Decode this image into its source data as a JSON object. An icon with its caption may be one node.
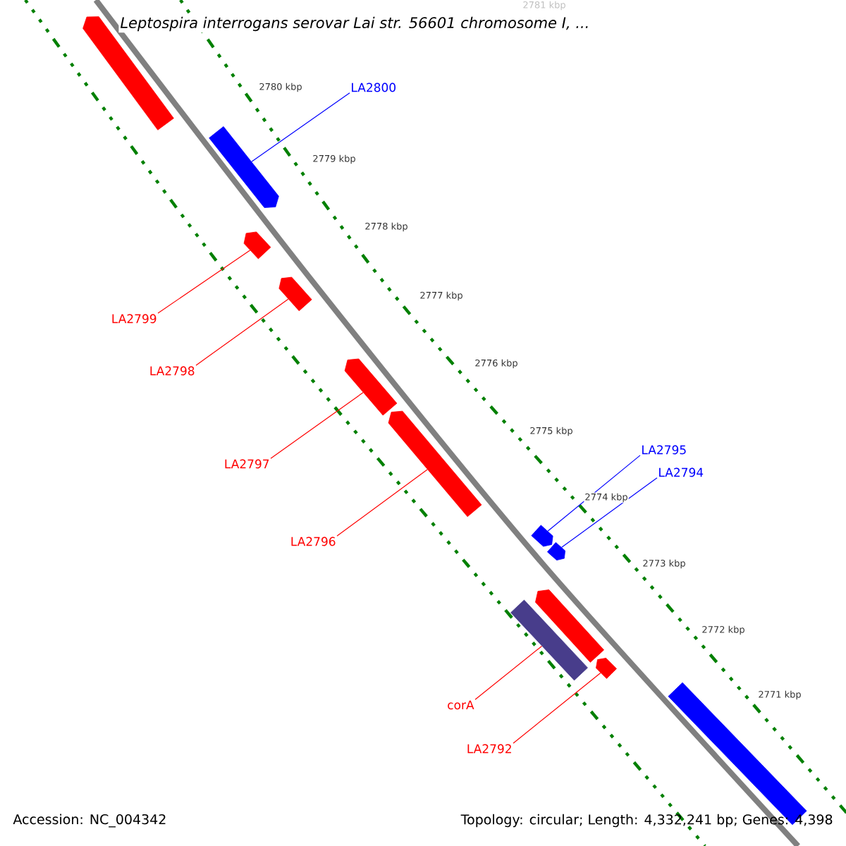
{
  "diagram": {
    "title": "Leptospira interrogans serovar Lai str. 56601 chromosome I, ...",
    "nodes": [
      {
        "text": [],
        "shape": "bar"
      },
      {
        "text": [],
        "shape": "bar"
      },
      {
        "text": [],
        "shape": "bar"
      },
      {
        "text": [],
        "shape": "bar"
      },
      {
        "text": [],
        "shape": "bar"
      },
      {
        "text": [],
        "shape": "bar"
      },
      {
        "text": [],
        "shape": "bar"
      },
      {
        "text": [],
        "shape": "bar"
      },
      {
        "text": [],
        "shape": "bar"
      },
      {
        "text": [],
        "shape": "bar"
      },
      {
        "text": [],
        "shape": "bar"
      },
      {
        "text": [],
        "shape": "bar"
      },
      {
        "text": [
          "LA2800"
        ]
      },
      {
        "text": [
          "LA2799"
        ]
      },
      {
        "text": [
          "LA2798"
        ]
      },
      {
        "text": [
          "LA2797"
        ]
      },
      {
        "text": [
          "LA2796"
        ]
      },
      {
        "text": [
          "LA2795"
        ]
      },
      {
        "text": [
          "LA2794"
        ]
      },
      {
        "text": [
          "corA"
        ]
      },
      {
        "text": [
          "LA2792"
        ]
      }
    ],
    "edges": [
      {
        "from": 12,
        "to": 1,
        "arrow": "none",
        "color": "#0000ff"
      },
      {
        "from": 13,
        "to": 2,
        "arrow": "none"
      },
      {
        "from": 14,
        "to": 3,
        "arrow": "none"
      },
      {
        "from": 15,
        "to": 4,
        "arrow": "none"
      },
      {
        "from": 16,
        "to": 5,
        "arrow": "none"
      },
      {
        "from": 17,
        "to": 6,
        "arrow": "none",
        "color": "#0000ff"
      },
      {
        "from": 18,
        "to": 7,
        "arrow": "none",
        "color": "#0000ff"
      },
      {
        "from": 19,
        "to": 9,
        "arrow": "none"
      },
      {
        "from": 20,
        "to": 10,
        "arrow": "none"
      }
    ],
    "labels": [
      "2781 kbp",
      "2780 kbp",
      "2779 kbp",
      "2778 kbp",
      "2777 kbp",
      "2776 kbp",
      "2775 kbp",
      "2774 kbp",
      "2773 kbp",
      "2772 kbp",
      "2771 kbp",
      "Accession: NC_004342",
      "Topology: circular; Length: 4,332,241 bp; Genes: 4,398"
    ]
  }
}
